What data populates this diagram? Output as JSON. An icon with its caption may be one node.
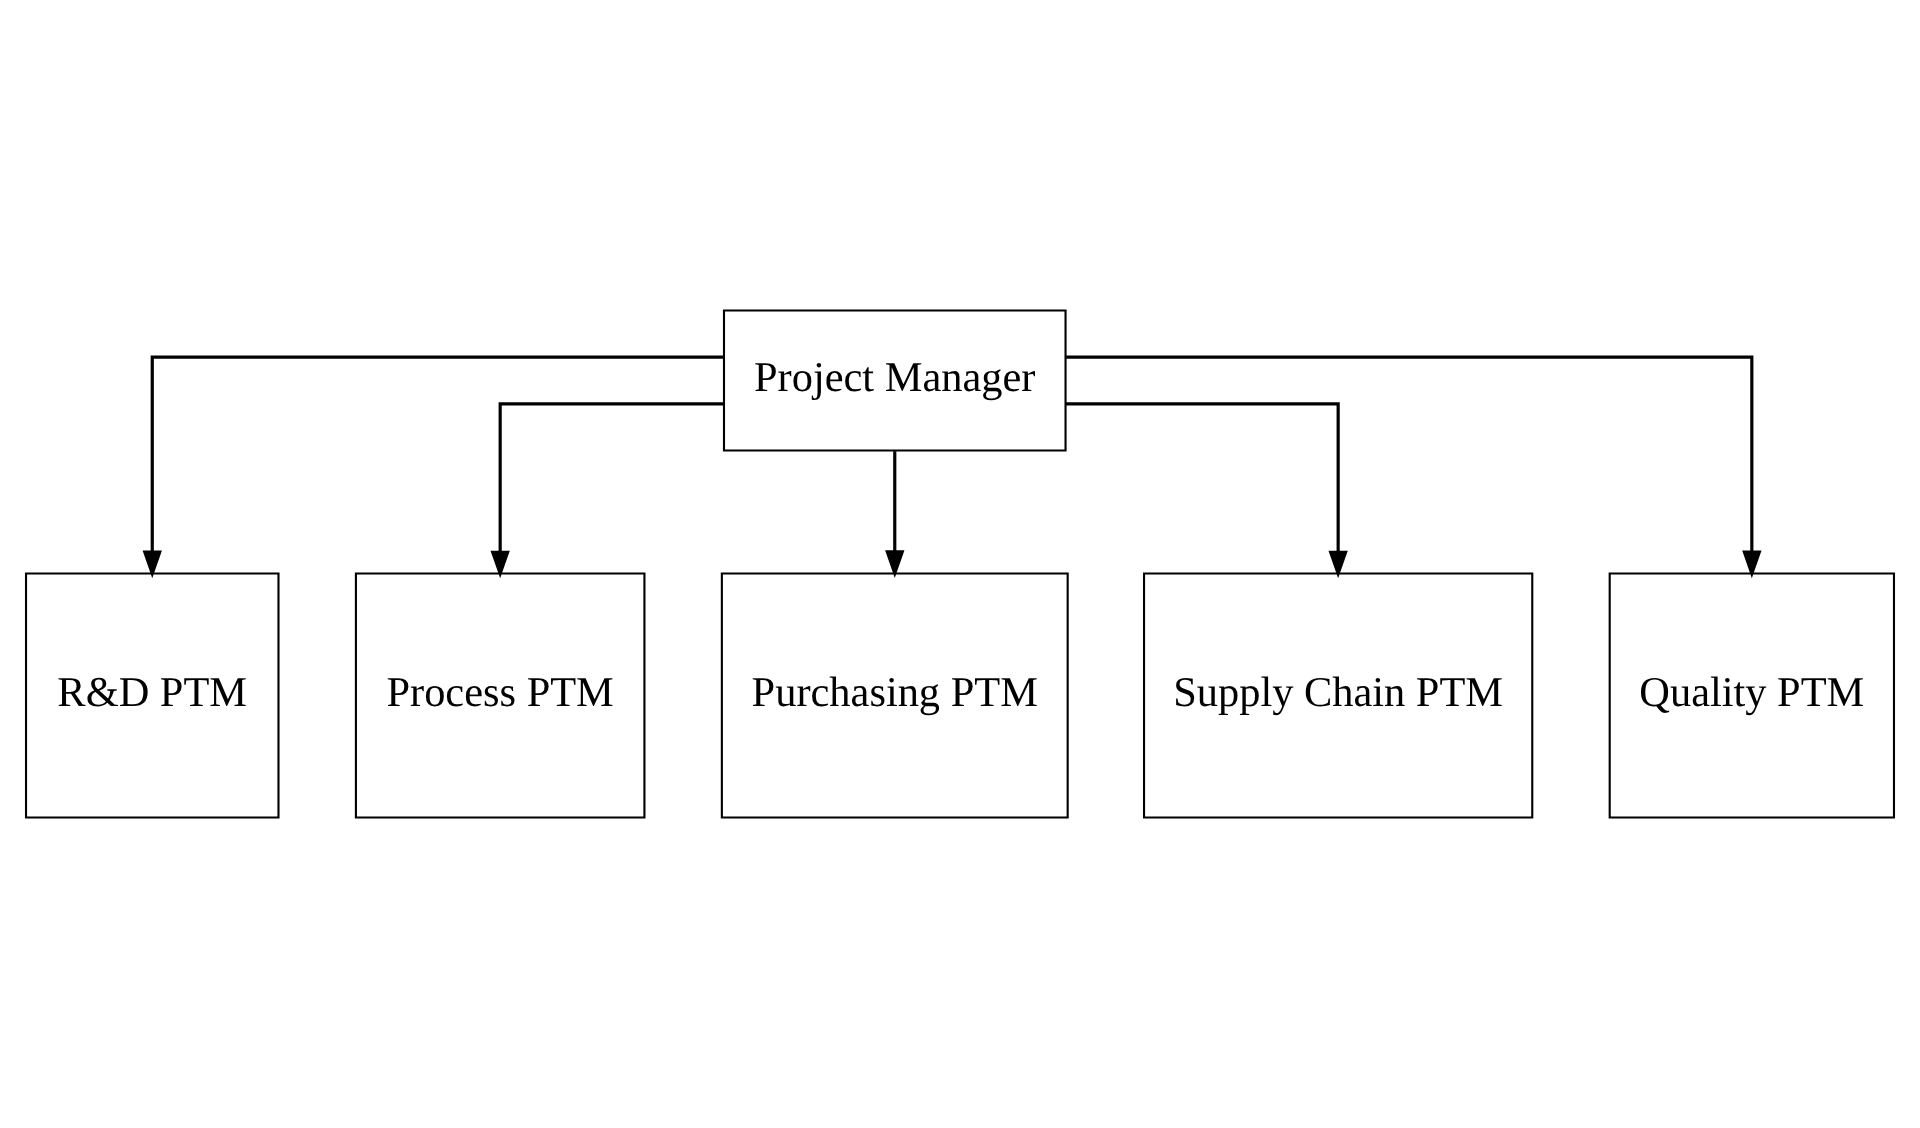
{
  "diagram": {
    "nodes": [
      {
        "text": [
          "Project Manager"
        ]
      },
      {
        "text": [
          "R&D PTM"
        ]
      },
      {
        "text": [
          "Process PTM"
        ]
      },
      {
        "text": [
          "Purchasing PTM"
        ]
      },
      {
        "text": [
          "Supply Chain PTM"
        ]
      },
      {
        "text": [
          "Quality PTM"
        ]
      }
    ],
    "edges": [
      {
        "from": 0,
        "to": 1,
        "arrow": "to"
      },
      {
        "from": 0,
        "to": 2,
        "arrow": "to"
      },
      {
        "from": 0,
        "to": 3,
        "arrow": "to"
      },
      {
        "from": 0,
        "to": 4,
        "arrow": "to"
      },
      {
        "from": 0,
        "to": 5,
        "arrow": "to"
      }
    ]
  }
}
